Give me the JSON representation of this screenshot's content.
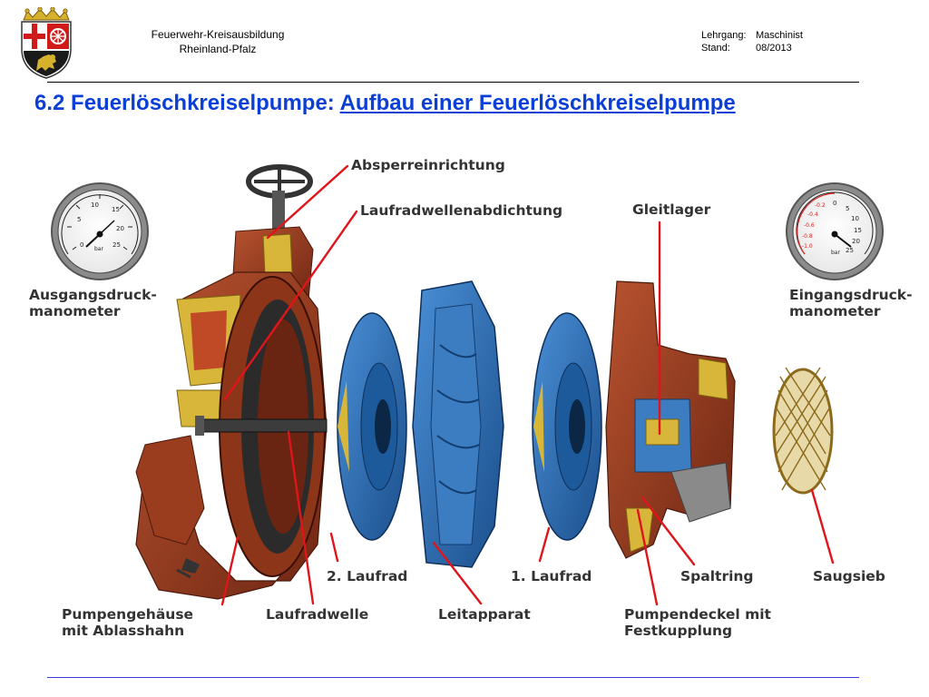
{
  "header": {
    "org_line1": "Feuerwehr-Kreisausbildung",
    "org_line2": "Rheinland-Pfalz",
    "course_label": "Lehrgang:",
    "course_value": "Maschinist",
    "status_label": "Stand:",
    "status_value": "08/2013"
  },
  "title": {
    "prefix": "6.2 Feuerlöschkreiselpumpe: ",
    "main": "Aufbau einer Feuerlöschkreiselpumpe"
  },
  "labels": {
    "absperreinrichtung": "Absperreinrichtung",
    "laufradwellenabdichtung": "Laufradwellenabdichtung",
    "gleitlager": "Gleitlager",
    "ausgang_1": "Ausgangsdruck-",
    "ausgang_2": "manometer",
    "eingang_1": "Eingangsdruck-",
    "eingang_2": "manometer",
    "laufrad2": "2. Laufrad",
    "laufrad1": "1. Laufrad",
    "spaltring": "Spaltring",
    "saugsieb": "Saugsieb",
    "gehaeuse_1": "Pumpengehäuse",
    "gehaeuse_2": "mit Ablasshahn",
    "laufradwelle": "Laufradwelle",
    "leitapparat": "Leitapparat",
    "deckel_1": "Pumpendeckel mit",
    "deckel_2": "Festkupplung"
  },
  "gauges": {
    "left_ticks": [
      "0",
      "5",
      "10",
      "15",
      "20",
      "25"
    ],
    "left_unit": "bar",
    "right_ticks": [
      "-1.0",
      "-0.8",
      "-0.6",
      "-0.4",
      "-0.2",
      "0",
      "5",
      "10",
      "15",
      "20",
      "25"
    ],
    "right_unit": "bar"
  },
  "colors": {
    "title_blue": "#0b3fd6",
    "leader_red": "#e0141b",
    "housing_red": "#a03a22",
    "impeller_blue": "#2a6fb5",
    "brass_yellow": "#d8b63a",
    "rule_blue": "#3b3bd6"
  }
}
